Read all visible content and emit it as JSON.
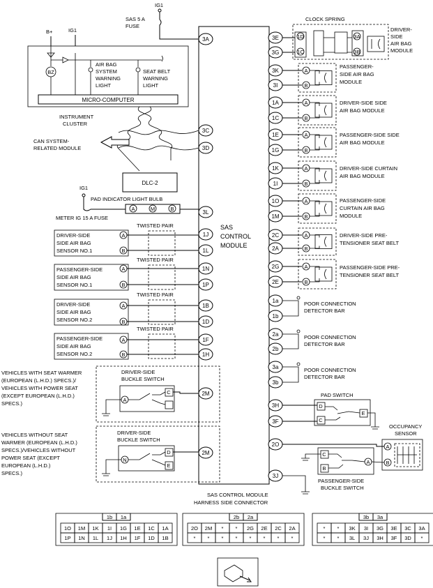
{
  "top": {
    "ig1_top": "IG1",
    "sas_fuse_l1": "SAS 5 A",
    "sas_fuse_l2": "FUSE"
  },
  "cluster": {
    "bplus": "B+",
    "ig1": "IG1",
    "bz": "BZ",
    "airbag_light": [
      "AIR BAG",
      "SYSTEM",
      "WARNING",
      "LIGHT"
    ],
    "seatbelt_light": [
      "SEAT BELT",
      "WARNING",
      "LIGHT"
    ],
    "micro": "MICRO-COMPUTER",
    "label": [
      "INSTRUMENT",
      "CLUSTER"
    ]
  },
  "can": [
    "CAN SYSTEM-",
    "RELATED MODULE"
  ],
  "dlc": "DLC-2",
  "pad_light": {
    "ig1": "IG1",
    "bulb": "PAD INDICATOR LIGHT BULB",
    "fuse": "METER IG 15 A FUSE",
    "a": "A",
    "m": "M",
    "b": "B"
  },
  "module": [
    "SAS",
    "CONTROL",
    "MODULE"
  ],
  "left_pins": [
    "3A",
    "3C",
    "3D",
    "3L",
    "1J",
    "1L",
    "1N",
    "1P",
    "1B",
    "1D",
    "1F",
    "1H",
    "2M",
    "2M"
  ],
  "right_pins": [
    "3E",
    "3G",
    "3K",
    "3I",
    "1A",
    "1C",
    "1E",
    "1G",
    "1K",
    "1I",
    "1O",
    "1M",
    "2C",
    "2A",
    "2G",
    "2E",
    "1a",
    "1b",
    "2a",
    "2b",
    "3a",
    "3b",
    "3H",
    "3F",
    "2O",
    "3J"
  ],
  "twisted": "TWISTED PAIR",
  "sensors": [
    [
      "DRIVER-SIDE",
      "SIDE AIR BAG",
      "SENSOR NO.1"
    ],
    [
      "PASSENGER-SIDE",
      "SIDE AIR BAG",
      "SENSOR NO.1"
    ],
    [
      "DRIVER-SIDE",
      "SIDE AIR BAG",
      "SENSOR NO.2"
    ],
    [
      "PASSENGER-SIDE",
      "SIDE AIR BAG",
      "SENSOR NO.2"
    ]
  ],
  "sensor_ab": [
    "A",
    "B"
  ],
  "buckle1": {
    "title": [
      "DRIVER-SIDE",
      "BUCKLE SWITCH"
    ],
    "a": "A",
    "c": "C",
    "cond": [
      "VEHICLES WITH SEAT WARMER",
      "(EUROPEAN (L.H.D.) SPECS.)/",
      "VEHICLES WITH POWER SEAT",
      "(EXCEPT EUROPEAN (L.H.D.)",
      "SPECS.)"
    ]
  },
  "buckle2": {
    "title": [
      "DRIVER-SIDE",
      "BUCKLE SWITCH"
    ],
    "n": "N",
    "d": "D",
    "e": "E",
    "cond": [
      "VEHICLES WITHOUT SEAT",
      "WARMER (EUROPEAN (L.H.D.)",
      "SPECS.)/VEHICLES WITHOUT",
      "POWER SEAT (EXCEPT",
      "EUROPEAN (L.H.D.)",
      "SPECS.)"
    ]
  },
  "clock": {
    "title": "CLOCK SPRING",
    "pins": [
      "1D",
      "1C",
      "3A",
      "3B"
    ],
    "module": [
      "DRIVER-",
      "SIDE",
      "AIR BAG",
      "MODULE"
    ]
  },
  "right_modules": [
    [
      "PASSENGER-",
      "SIDE AIR BAG",
      "MODULE"
    ],
    [
      "DRIVER-SIDE SIDE",
      "AIR BAG MODULE"
    ],
    [
      "PASSENGER-SIDE SIDE",
      "AIR BAG MODULE"
    ],
    [
      "DRIVER-SIDE CURTAIN",
      "AIR BAG MODULE"
    ],
    [
      "PASSENGER-SIDE",
      "CURTAIN AIR BAG",
      "MODULE"
    ],
    [
      "DRIVER-SIDE PRE-",
      "TENSIONER SEAT BELT"
    ],
    [
      "PASSENGER-SIDE PRE-",
      "TENSIONER SEAT BELT"
    ]
  ],
  "poor": [
    "POOR CONNECTION",
    "DETECTOR BAR"
  ],
  "pad_switch": {
    "title": "PAD SWITCH",
    "d": "D",
    "c": "C",
    "e": "E"
  },
  "occupancy": [
    "OCCUPANCY",
    "SENSOR"
  ],
  "pass_buckle": {
    "title": [
      "PASSENGER-SIDE",
      "BUCKLE SWITCH"
    ],
    "c": "C",
    "b": "B",
    "a": "A",
    "b2": "B"
  },
  "harness": [
    "SAS CONTROL MODULE",
    "HARNESS SIDE CONNECTOR"
  ],
  "conn1": {
    "top": [
      "1b",
      "1a"
    ],
    "row1": [
      "1O",
      "1M",
      "1K",
      "1I",
      "1G",
      "1E",
      "1C",
      "1A"
    ],
    "row2": [
      "1P",
      "1N",
      "1L",
      "1J",
      "1H",
      "1F",
      "1D",
      "1B"
    ]
  },
  "conn2": {
    "top": [
      "2b",
      "2a"
    ],
    "row1": [
      "2O",
      "2M",
      "*",
      "*",
      "2G",
      "2E",
      "2C",
      "2A"
    ],
    "row2": [
      "*",
      "*",
      "*",
      "*",
      "*",
      "*",
      "*",
      "*"
    ]
  },
  "conn3": {
    "top": [
      "3b",
      "3a"
    ],
    "row1": [
      "*",
      "*",
      "3K",
      "3I",
      "3G",
      "3E",
      "3C",
      "3A"
    ],
    "row2": [
      "*",
      "*",
      "3L",
      "3J",
      "3H",
      "3F",
      "3D",
      "*"
    ]
  }
}
